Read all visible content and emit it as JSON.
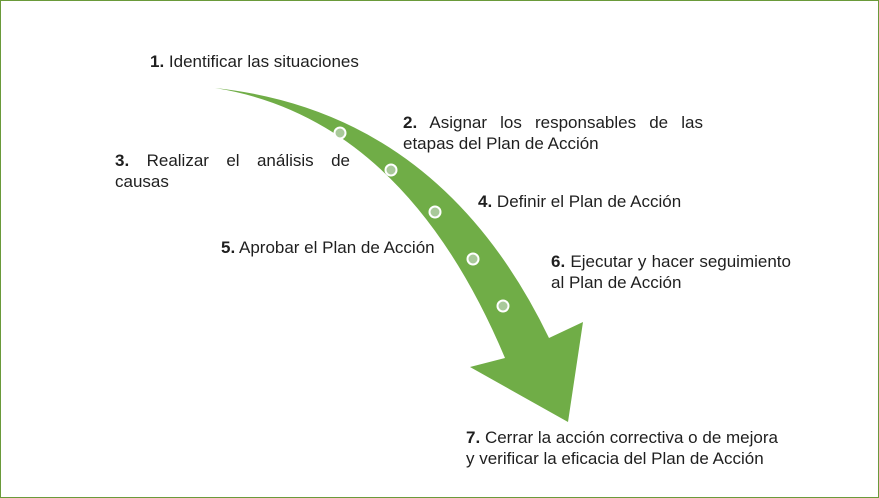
{
  "colors": {
    "arrow": "#70ad47",
    "dot_fill": "#a9c99a",
    "dot_stroke": "#ffffff",
    "frame": "#6a9a3a",
    "text": "#1f1f1f"
  },
  "icons": {
    "arrow": "curved-arrow-icon",
    "step_marker": "circle-dot-icon"
  },
  "steps": [
    {
      "num": "1.",
      "text": "Identificar las situaciones"
    },
    {
      "num": "2.",
      "text": "Asignar los responsables de las etapas del Plan de Acción"
    },
    {
      "num": "3.",
      "text": "Realizar el análisis de causas"
    },
    {
      "num": "4.",
      "text": "Definir el Plan de Acción"
    },
    {
      "num": "5.",
      "text": "Aprobar el Plan de Acción"
    },
    {
      "num": "6.",
      "text": "Ejecutar y hacer seguimiento al Plan de Acción"
    },
    {
      "num": "7.",
      "text": "Cerrar la acción correctiva o de mejora y verificar la eficacia del Plan de Acción"
    }
  ]
}
